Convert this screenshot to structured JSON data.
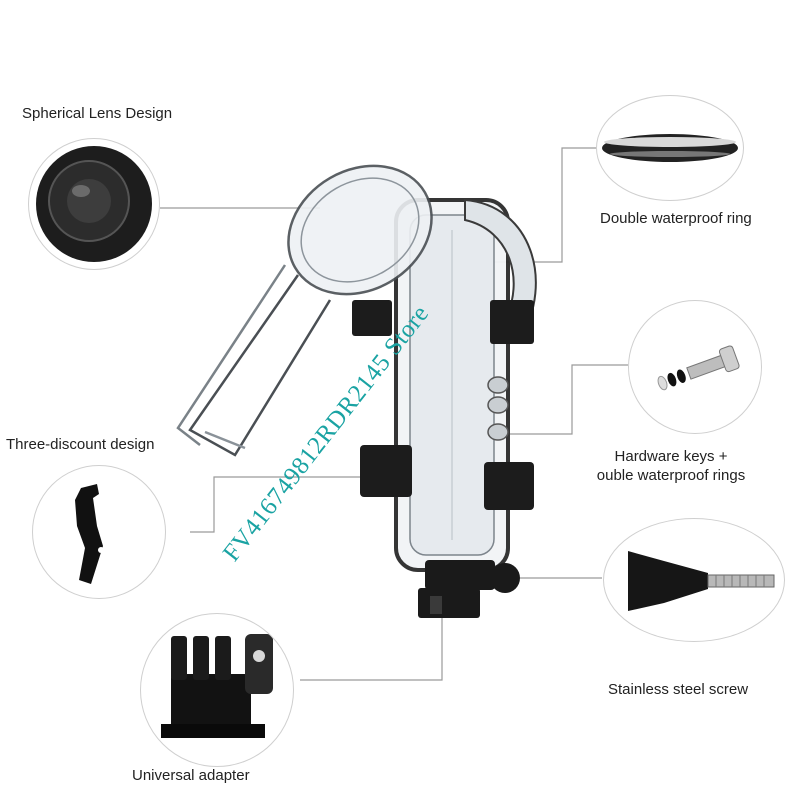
{
  "labels": {
    "spherical_lens": "Spherical Lens Design",
    "double_ring": "Double waterproof ring",
    "three_discount": "Three-discount design",
    "hardware_keys_line1": "Hardware keys +",
    "hardware_keys_line2": "ouble waterproof rings",
    "steel_screw": "Stainless steel screw",
    "universal_adapter": "Universal adapter"
  },
  "watermark": "FV416749812RDR2145 Store",
  "colors": {
    "text": "#222222",
    "watermark": "#1aa3a3",
    "leader_line": "#9a9a9a",
    "circle_border": "#cfcfcf"
  }
}
